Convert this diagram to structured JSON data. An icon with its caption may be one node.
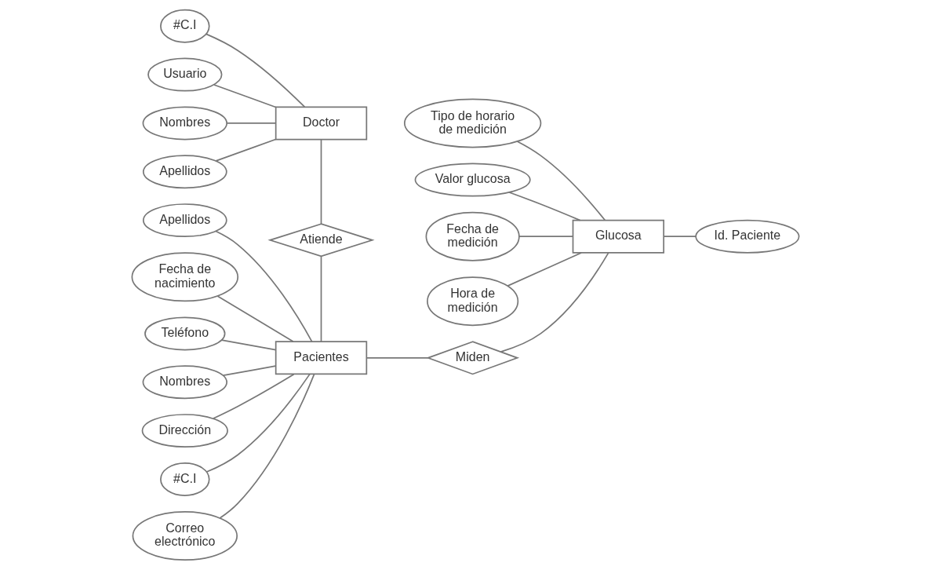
{
  "diagram": {
    "nodes": [
      {
        "text": [
          "Doctor"
        ]
      },
      {
        "text": [
          "#C.I"
        ]
      },
      {
        "text": [
          "Usuario"
        ]
      },
      {
        "text": [
          "Nombres"
        ]
      },
      {
        "text": [
          "Apellidos"
        ]
      },
      {
        "text": [
          "Atiende"
        ]
      },
      {
        "text": [
          "Pacientes"
        ]
      },
      {
        "text": [
          "Apellidos"
        ]
      },
      {
        "text": [
          "Fecha de nacimiento"
        ]
      },
      {
        "text": [
          "Teléfono"
        ]
      },
      {
        "text": [
          "Nombres"
        ]
      },
      {
        "text": [
          "Dirección"
        ]
      },
      {
        "text": [
          "#C.I"
        ]
      },
      {
        "text": [
          "Correo electrónico"
        ]
      },
      {
        "text": [
          "Miden"
        ]
      },
      {
        "text": [
          "Glucosa"
        ]
      },
      {
        "text": [
          "Tipo de horario de medición"
        ]
      },
      {
        "text": [
          "Id. Paciente"
        ]
      },
      {
        "text": [
          "Valor glucosa"
        ]
      },
      {
        "text": [
          "Fecha de medición"
        ]
      },
      {
        "text": [
          "Hora de medición"
        ]
      }
    ],
    "edges": [
      {
        "from": 2,
        "to": 0,
        "arrow": "none"
      },
      {
        "from": 1,
        "to": 0,
        "arrow": "none"
      },
      {
        "from": 3,
        "to": 0,
        "arrow": "none"
      },
      {
        "from": 4,
        "to": 0,
        "arrow": "none"
      },
      {
        "from": 0,
        "to": 5,
        "arrow": "none"
      },
      {
        "from": 5,
        "to": 6,
        "arrow": "none"
      },
      {
        "from": 7,
        "to": 6,
        "arrow": "none"
      },
      {
        "from": 8,
        "to": 6,
        "arrow": "none"
      },
      {
        "from": 9,
        "to": 6,
        "arrow": "none"
      },
      {
        "from": 10,
        "to": 6,
        "arrow": "none"
      },
      {
        "from": 11,
        "to": 6,
        "arrow": "none"
      },
      {
        "from": 12,
        "to": 6,
        "arrow": "none"
      },
      {
        "from": 13,
        "to": 6,
        "arrow": "none"
      },
      {
        "from": 6,
        "to": 14,
        "arrow": "none"
      },
      {
        "from": 14,
        "to": 15,
        "arrow": "none"
      },
      {
        "from": 16,
        "to": 15,
        "arrow": "none"
      },
      {
        "from": 15,
        "to": 17,
        "arrow": "none"
      },
      {
        "from": 18,
        "to": 15,
        "arrow": "none"
      },
      {
        "from": 19,
        "to": 15,
        "arrow": "none"
      },
      {
        "from": 20,
        "to": 15,
        "arrow": "none"
      }
    ]
  }
}
